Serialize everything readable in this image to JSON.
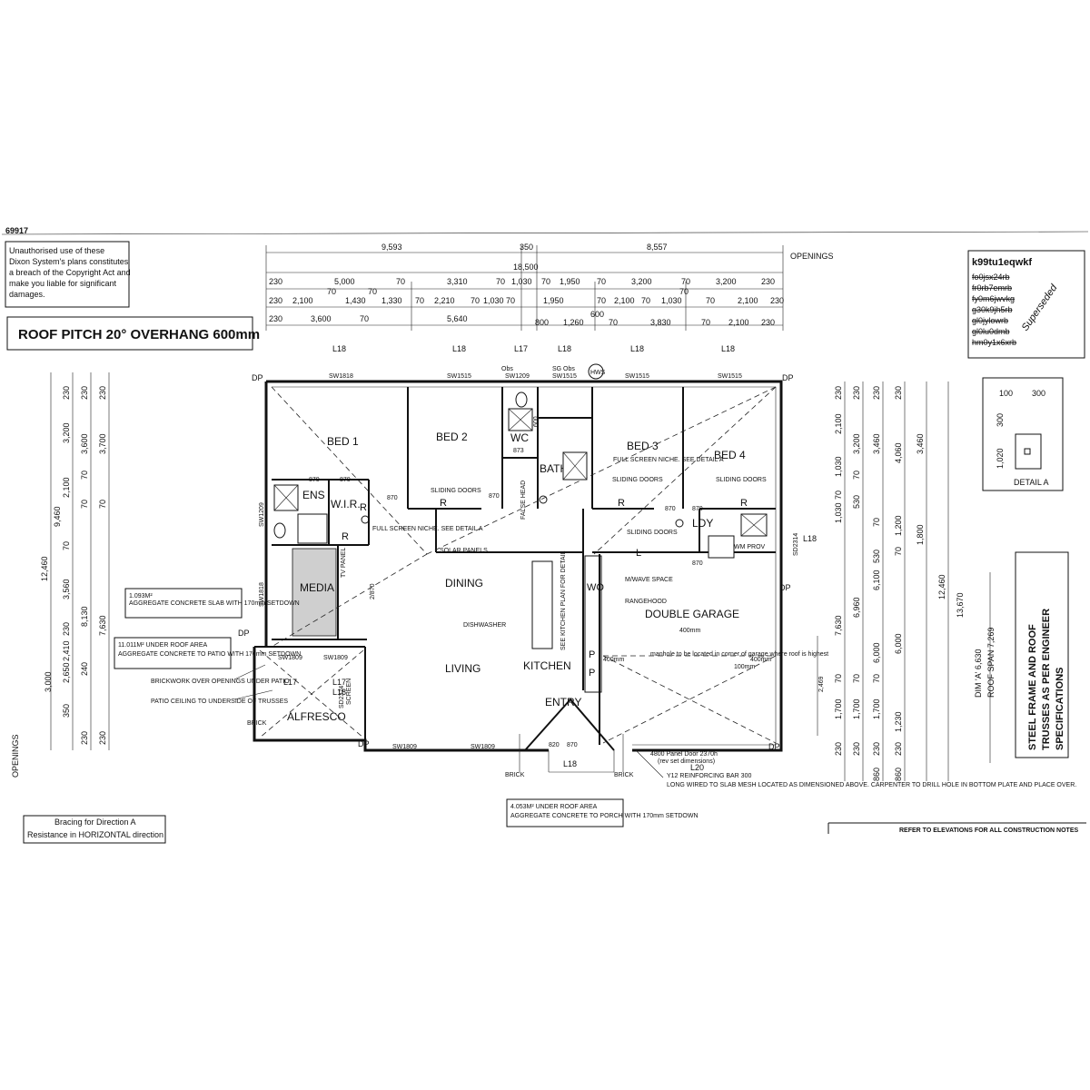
{
  "drawing_number": "69917",
  "copyright_notice": [
    "Unauthorised use of these",
    "Dixon System's plans constitutes",
    "a breach of the Copyright Act and",
    "make you liable for significant",
    "damages."
  ],
  "roof_pitch_label": "ROOF PITCH 20° OVERHANG 600mm",
  "openings_label": "OPENINGS",
  "dims_top_row1": [
    "9,593",
    "350",
    "8,557"
  ],
  "dims_total": "18,500",
  "dims_top_row2": [
    "230",
    "5,000",
    "70",
    "3,310",
    "70",
    "1,030",
    "70",
    "1,950",
    "70",
    "3,200",
    "70",
    "3,200",
    "230"
  ],
  "dims_top_row2b": [
    "70",
    "70",
    "70"
  ],
  "dims_top_row3": [
    "230",
    "2,100",
    "1,430",
    "1,330",
    "70",
    "2,210",
    "70",
    "1,030",
    "70",
    "1,950",
    "70",
    "2,100",
    "70",
    "1,030",
    "70",
    "2,100",
    "230"
  ],
  "dims_top_row4": [
    "230",
    "3,600",
    "70",
    "5,640",
    "800",
    "1,260",
    "600",
    "70",
    "3,830",
    "70",
    "2,100",
    "230"
  ],
  "lintels_top": [
    "L18",
    "L18",
    "L17",
    "L18",
    "L18",
    "L18"
  ],
  "windows": {
    "sw1818_top": "SW1818",
    "sw1515_a": "SW1515",
    "obs": "Obs",
    "sw1209": "SW1209",
    "sg_obs": "SG Obs",
    "sw1515_b": "SW1515",
    "sw1515_c": "SW1515",
    "sw1515_d": "SW1515",
    "hws": "HWS",
    "sw1818_side": "SW1818",
    "sw1209_side": "SW1209",
    "sd2314": "SD2314",
    "sw1809_a": "SW1809",
    "sw1809_b": "SW1809",
    "sw1809_c": "SW1809",
    "sw1809_d": "SW1809",
    "sd2324": "SD2324"
  },
  "rooms": {
    "bed1": "BED 1",
    "bed2": "BED 2",
    "bed3": "BED 3",
    "bed4": "BED 4",
    "wc": "WC",
    "bath": "BATH",
    "ens": "ENS",
    "wir": "W.I.R.",
    "media": "MEDIA",
    "dining": "DINING",
    "living": "LIVING",
    "kitchen": "KITCHEN",
    "entry": "ENTRY",
    "alfresco": "ALFRESCO",
    "ldy": "LDY",
    "double_garage": "DOUBLE GARAGE"
  },
  "door_labels": {
    "d870": "870",
    "d820": "820",
    "d2870": "2/870",
    "d873": "873",
    "d600": "600"
  },
  "fixtures": {
    "sliding_doors": "SLIDING DOORS",
    "full_screen_niche_a": "FULL SCREEN NICHE. SEE DETAIL A",
    "full_screen_niche_b": "FULL SCREEN NICHE. SEE DETAIL A",
    "solar_panels": "SOLAR PANELS",
    "dishwasher": "DISHWASHER",
    "see_kitchen_plan": "SEE KITCHEN PLAN FOR DETAIL",
    "mwave": "M/WAVE SPACE",
    "rangehood": "RANGEHOOD",
    "wm_prov": "WM PROV",
    "false_head": "FALSE HEAD",
    "tv_panel": "TV PANEL",
    "pantry": "P",
    "wo": "WO",
    "r": "R",
    "dp": "DP",
    "l": "L",
    "brick": "BRICK",
    "screen": "SCREEN"
  },
  "garage_notes": {
    "manhole": "manhole to be located in corner of garage where roof is highest",
    "dim400a": "400mm",
    "dim400b": "400mm",
    "dim400c": "400mm",
    "dim100": "100mm",
    "panel_door": "4800 Panel Door 2370h",
    "panel_door_note": "(rev set dimensions)"
  },
  "lintels_other": {
    "l18_right": "L18",
    "l17_alfresco": "L17",
    "l17_screen": "L17",
    "l18_alfresco": "L18",
    "l20": "L20",
    "l18_entry": "L18"
  },
  "notes_left": {
    "slab_area": "1.093M²",
    "slab_text": "AGGREGATE CONCRETE SLAB WITH 170mm SETDOWN",
    "under_roof": "11.011M² UNDER ROOF AREA",
    "under_roof_text": "AGGREGATE CONCRETE TO PATIO WITH 170mm SETDOWN",
    "brickwork": "BRICKWORK OVER OPENINGS UNDER PATIO",
    "patio_ceiling": "PATIO CEILING TO UNDERSIDE OF TRUSSES"
  },
  "notes_bottom": {
    "porch_area": "4.053M² UNDER ROOF AREA",
    "porch_text": "AGGREGATE CONCRETE TO PORCH WITH 170mm SETDOWN",
    "y12": "Y12 REINFORCING BAR 300",
    "y12_text": "LONG WIRED TO SLAB MESH LOCATED AS DIMENSIONED ABOVE. CARPENTER TO DRILL HOLE IN BOTTOM PLATE AND PLACE OVER.",
    "bracing": "Bracing for Direction A",
    "resistance": "Resistance in HORIZONTAL direction",
    "refer": "REFER TO ELEVATIONS FOR ALL CONSTRUCTION NOTES"
  },
  "left_dims_outer": [
    "12,460"
  ],
  "left_dims_col2": [
    "230",
    "3,200",
    "9,460",
    "2,100",
    "70",
    "3,560",
    "230",
    "2,650",
    "3,000",
    "350"
  ],
  "left_dims_col3": [
    "230",
    "3,600",
    "70",
    "70",
    "8,130",
    "2,410",
    "230"
  ],
  "left_dims_col4": [
    "230",
    "3,700",
    "70",
    "7,630",
    "240",
    "230"
  ],
  "right_dims_col1": [
    "230",
    "2,100",
    "1,030",
    "70",
    "1,030",
    "7,630",
    "70",
    "1,700",
    "230"
  ],
  "right_dims_col2": [
    "230",
    "3,200",
    "70",
    "530",
    "6,960",
    "70",
    "1,700",
    "230"
  ],
  "right_dims_col3": [
    "230",
    "3,460",
    "70",
    "6,100",
    "530",
    "70",
    "6,000",
    "1,700",
    "230",
    "860"
  ],
  "right_dims_col4": [
    "230",
    "4,060",
    "1,200",
    "70",
    "1,800",
    "6,000",
    "1,230",
    "230",
    "860"
  ],
  "right_dims_col5": [
    "3,460",
    "12,460",
    "13,670"
  ],
  "dim_2469": "2,469",
  "dim_a": "DIM 'A' 6,630",
  "roof_span": "ROOF SPAN 7,269",
  "detail_a_dims": [
    "100",
    "300",
    "300",
    "1,020"
  ],
  "detail_a_label": "DETAIL A",
  "steel_frame_note": [
    "STEEL FRAME AND ROOF",
    "TRUSSES AS PER ENGINEER",
    "SPECIFICATIONS"
  ],
  "stamp_lines": [
    "k99tu1eqwkf",
    "fo0jsx24rb",
    "fr0rb7emrb",
    "fy0m6jwvkg",
    "g30k9jh5rb",
    "gl0jylowrb",
    "gl0lu0dmb",
    "hm0y1x6xrb"
  ],
  "superseded": "Superseded"
}
